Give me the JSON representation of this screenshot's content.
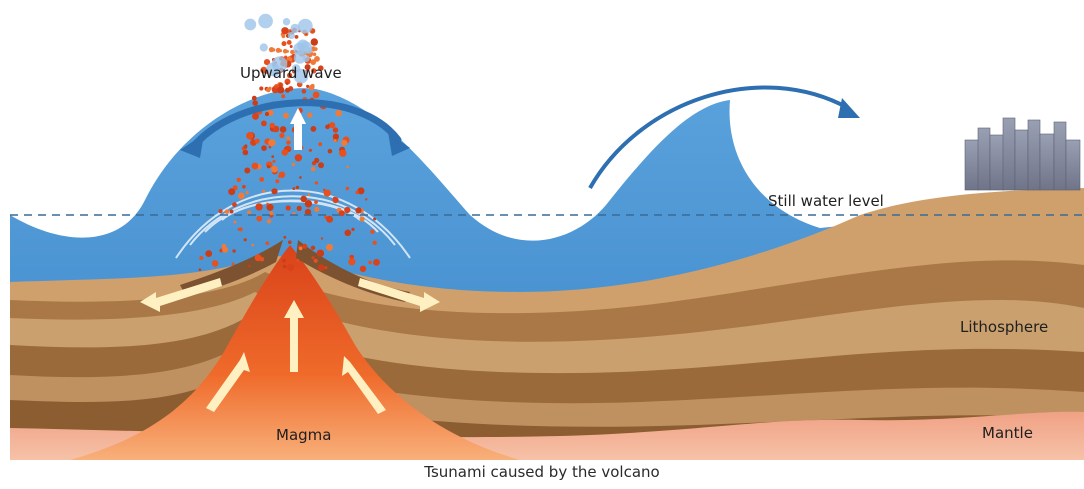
{
  "labels": {
    "upward_wave": "Upward wave",
    "still_water_level": "Still water level",
    "lithosphere": "Lithosphere",
    "mantle": "Mantle",
    "magma": "Magma"
  },
  "caption": "Tsunami caused by the volcano",
  "colors": {
    "water": "#4d97d6",
    "water_dark": "#2d73b5",
    "rock_light": "#cda06d",
    "rock_mid": "#b5834f",
    "rock_dark": "#8f6235",
    "mantle": "#f2a88a",
    "magma": "#e8501e",
    "magma_light": "#f7a04a",
    "arrow_light": "#fff2c7",
    "city": "#8a90a4"
  }
}
